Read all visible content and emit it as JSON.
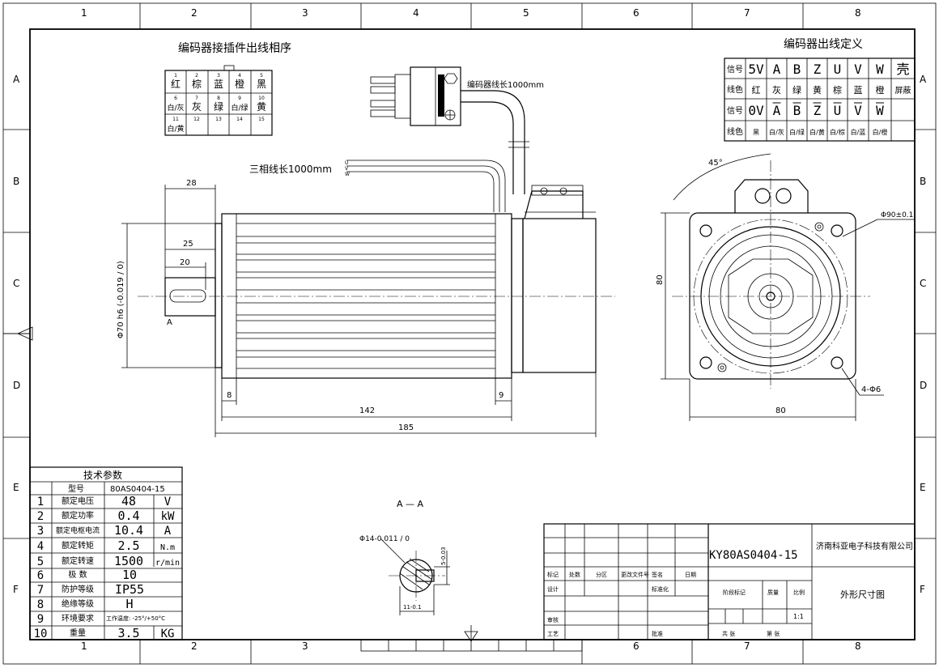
{
  "frame": {
    "col_labels": [
      "1",
      "2",
      "3",
      "4",
      "5",
      "6",
      "7",
      "8"
    ],
    "row_labels": [
      "A",
      "B",
      "C",
      "D",
      "E",
      "F"
    ]
  },
  "connector": {
    "title": "编码器接插件出线相序",
    "pins": [
      {
        "n": "1",
        "c": "红"
      },
      {
        "n": "2",
        "c": "棕"
      },
      {
        "n": "3",
        "c": "蓝"
      },
      {
        "n": "4",
        "c": "橙"
      },
      {
        "n": "5",
        "c": "黑"
      },
      {
        "n": "6",
        "c": "白/灰"
      },
      {
        "n": "7",
        "c": "灰"
      },
      {
        "n": "8",
        "c": "绿"
      },
      {
        "n": "9",
        "c": "白/绿"
      },
      {
        "n": "10",
        "c": "黄"
      },
      {
        "n": "11",
        "c": "白/黄"
      },
      {
        "n": "12",
        "c": ""
      },
      {
        "n": "13",
        "c": ""
      },
      {
        "n": "14",
        "c": ""
      },
      {
        "n": "15",
        "c": ""
      }
    ]
  },
  "encoder_def": {
    "title": "编码器出线定义",
    "row1_label": "信号",
    "row1": [
      "5V",
      "A",
      "B",
      "Z",
      "U",
      "V",
      "W",
      "壳"
    ],
    "row2_label": "线色",
    "row2": [
      "红",
      "灰",
      "绿",
      "黄",
      "棕",
      "蓝",
      "橙",
      "屏蔽"
    ],
    "row3_label": "信号",
    "row3": [
      "0V",
      "A",
      "B",
      "Z",
      "U",
      "V",
      "W",
      ""
    ],
    "row4_label": "线色",
    "row4": [
      "黑",
      "白/灰",
      "白/绿",
      "白/黄",
      "白/棕",
      "白/蓝",
      "白/橙",
      ""
    ]
  },
  "cables": {
    "encoder_len": "编码器线长1000mm",
    "phase_len": "三相线长1000mm",
    "phase_marks": [
      "U",
      "V",
      "W"
    ]
  },
  "dims": {
    "d28": "28",
    "d25": "25",
    "d20": "20",
    "shaft": "Φ70 h6 (-0.019 / 0)",
    "sec_a": "A",
    "d8": "8",
    "d9": "9",
    "d142": "142",
    "d185": "185",
    "angle": "45°",
    "bolt_circle": "Φ90±0.1",
    "side80v": "80",
    "side80h": "80",
    "holes": "4-Φ6",
    "section_title": "A — A",
    "key_dia": "Φ14-0.011 / 0",
    "key_w": "5-0.03",
    "key_h": "11-0.1"
  },
  "params": {
    "title": "技术参数",
    "header": [
      "型号",
      "80AS0404-15"
    ],
    "rows": [
      {
        "no": "1",
        "name": "额定电压",
        "val": "48",
        "unit": "V"
      },
      {
        "no": "2",
        "name": "额定功率",
        "val": "0.4",
        "unit": "kW"
      },
      {
        "no": "3",
        "name": "额定电枢电流",
        "val": "10.4",
        "unit": "A"
      },
      {
        "no": "4",
        "name": "额定转矩",
        "val": "2.5",
        "unit": "N.m"
      },
      {
        "no": "5",
        "name": "额定转速",
        "val": "1500",
        "unit": "r/min"
      },
      {
        "no": "6",
        "name": "极  数",
        "val": "10",
        "unit": ""
      },
      {
        "no": "7",
        "name": "防护等级",
        "val": "IP55",
        "unit": ""
      },
      {
        "no": "8",
        "name": "绝缘等级",
        "val": "H",
        "unit": ""
      },
      {
        "no": "9",
        "name": "环境要求",
        "val": "工作温度: -25°/+50°C",
        "unit": ""
      },
      {
        "no": "10",
        "name": "重量",
        "val": "3.5",
        "unit": "KG"
      }
    ]
  },
  "title_block": {
    "model": "KY80AS0404-15",
    "company": "济南科亚电子科技有限公司",
    "drawing_name": "外形尺寸图",
    "rev_headers": [
      "标记",
      "处数",
      "分区",
      "更改文件号",
      "签名",
      "日期"
    ],
    "design": "设计",
    "std": "标准化",
    "check": "审核",
    "process": "工艺",
    "approve": "批准",
    "stage": "阶段标记",
    "mass": "质量",
    "scale_label": "比例",
    "scale": "1:1",
    "total": "共  张",
    "sheet": "第  张"
  }
}
